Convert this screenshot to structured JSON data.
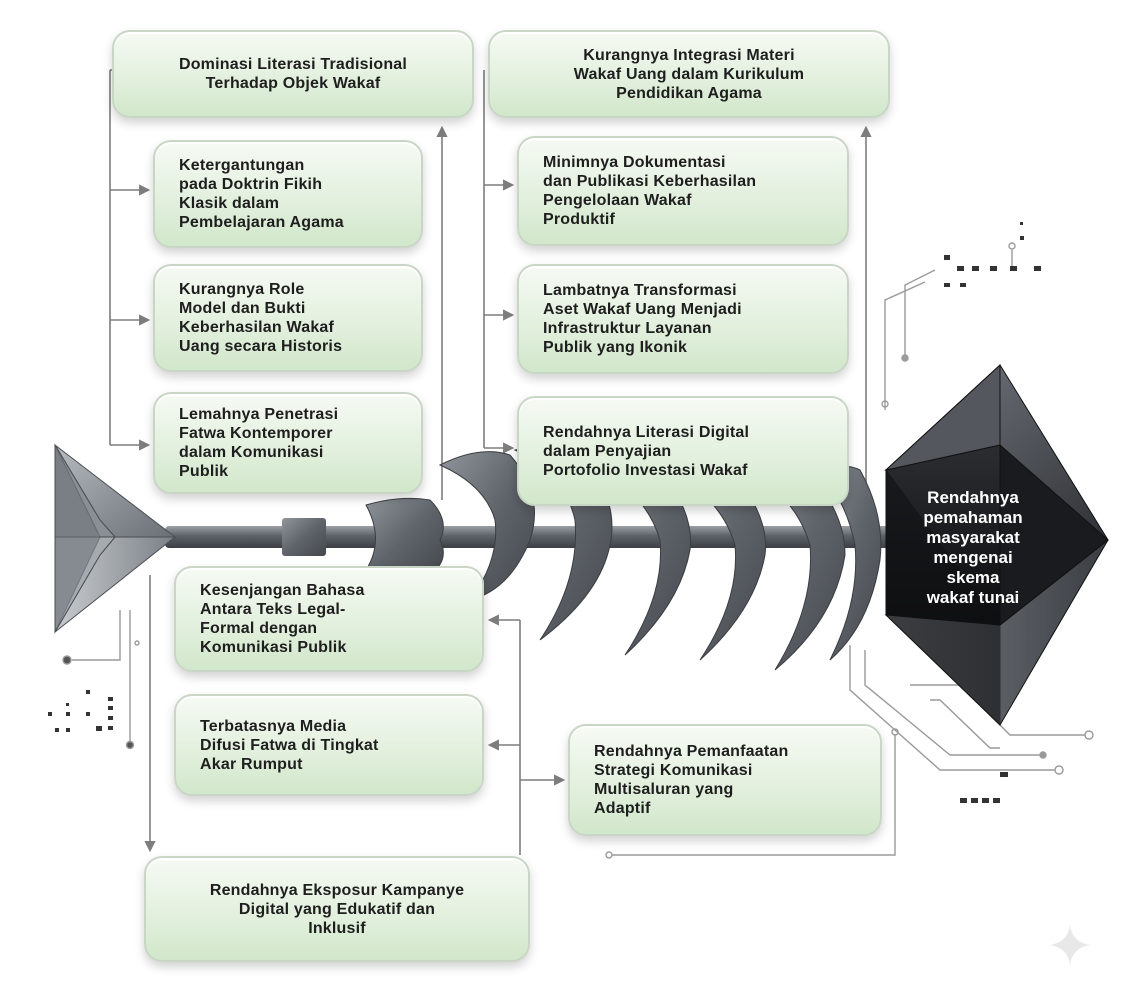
{
  "effect": {
    "label": "Rendahnya\npemahaman\nmasyarakat\nmengenai\nskema\nwakaf tunai"
  },
  "causes_top_left": [
    {
      "id": "tl1",
      "label": "Dominasi Literasi Tradisional\nTerhadap Objek Wakaf"
    },
    {
      "id": "tl2",
      "label": "Ketergantungan\npada Doktrin Fikih\nKlasik dalam\nPembelajaran Agama"
    },
    {
      "id": "tl3",
      "label": "Kurangnya Role\nModel dan Bukti\nKeberhasilan Wakaf\nUang secara Historis"
    },
    {
      "id": "tl4",
      "label": "Lemahnya Penetrasi\nFatwa Kontemporer\ndalam Komunikasi\nPublik"
    }
  ],
  "causes_top_right": [
    {
      "id": "tr1",
      "label": "Kurangnya Integrasi Materi\nWakaf Uang dalam Kurikulum\nPendidikan Agama"
    },
    {
      "id": "tr2",
      "label": "Minimnya Dokumentasi\ndan Publikasi Keberhasilan\nPengelolaan Wakaf\nProduktif"
    },
    {
      "id": "tr3",
      "label": "Lambatnya Transformasi\nAset Wakaf Uang Menjadi\nInfrastruktur Layanan\nPublik yang Ikonik"
    },
    {
      "id": "tr4",
      "label": "Rendahnya Literasi Digital\ndalam Penyajian\nPortofolio Investasi Wakaf"
    }
  ],
  "causes_bottom": [
    {
      "id": "b1",
      "label": "Kesenjangan Bahasa\nAntara Teks Legal-\nFormal dengan\nKomunikasi Publik"
    },
    {
      "id": "b2",
      "label": "Terbatasnya Media\nDifusi Fatwa di Tingkat\nAkar Rumput"
    },
    {
      "id": "b3",
      "label": "Rendahnya Pemanfaatan\nStrategi Komunikasi\nMultisaluran yang\nAdaptif"
    },
    {
      "id": "b4",
      "label": "Rendahnya Eksposur Kampanye\nDigital yang Edukatif dan\nInklusif"
    }
  ],
  "colors": {
    "box_fill": "#e3f0de",
    "box_border": "#c9d6c6",
    "spine": "#6e7378",
    "head": "#1c1c1e",
    "connector": "#7d7d7d"
  }
}
